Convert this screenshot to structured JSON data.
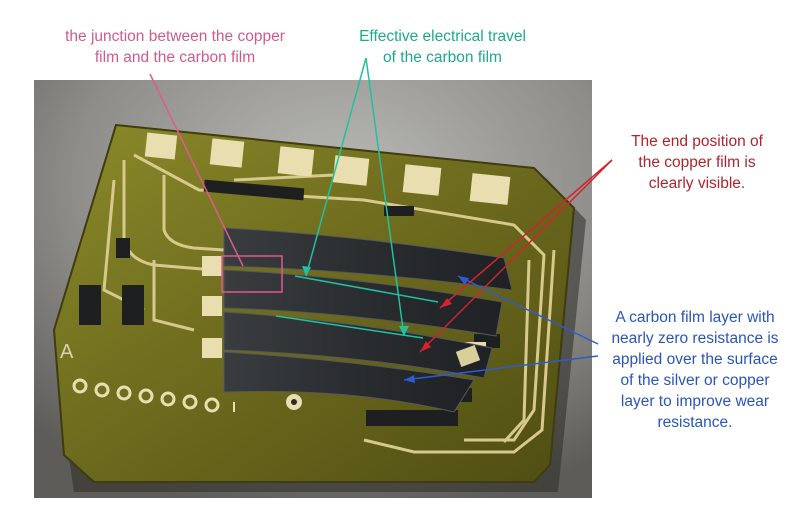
{
  "labels": {
    "junction": "the junction between the copper\nfilm and the carbon film",
    "travel": "Effective electrical travel\nof the carbon film",
    "end_position": "The end position of\nthe copper film is\nclearly visible.",
    "carbon_layer": "A carbon film layer with\nnearly zero resistance is\napplied over the surface\nof the silver or copper\nlayer to improve wear\nresistance."
  },
  "board": {
    "silkscreen_letter": "A"
  },
  "colors": {
    "junction": "#cf5b8c",
    "travel": "#1fa98a",
    "end_position": "#b0242c",
    "carbon_layer": "#2a55b8",
    "board": "#6b6a1c",
    "pad": "#e9deb0",
    "carbon": "#2b2e30"
  }
}
